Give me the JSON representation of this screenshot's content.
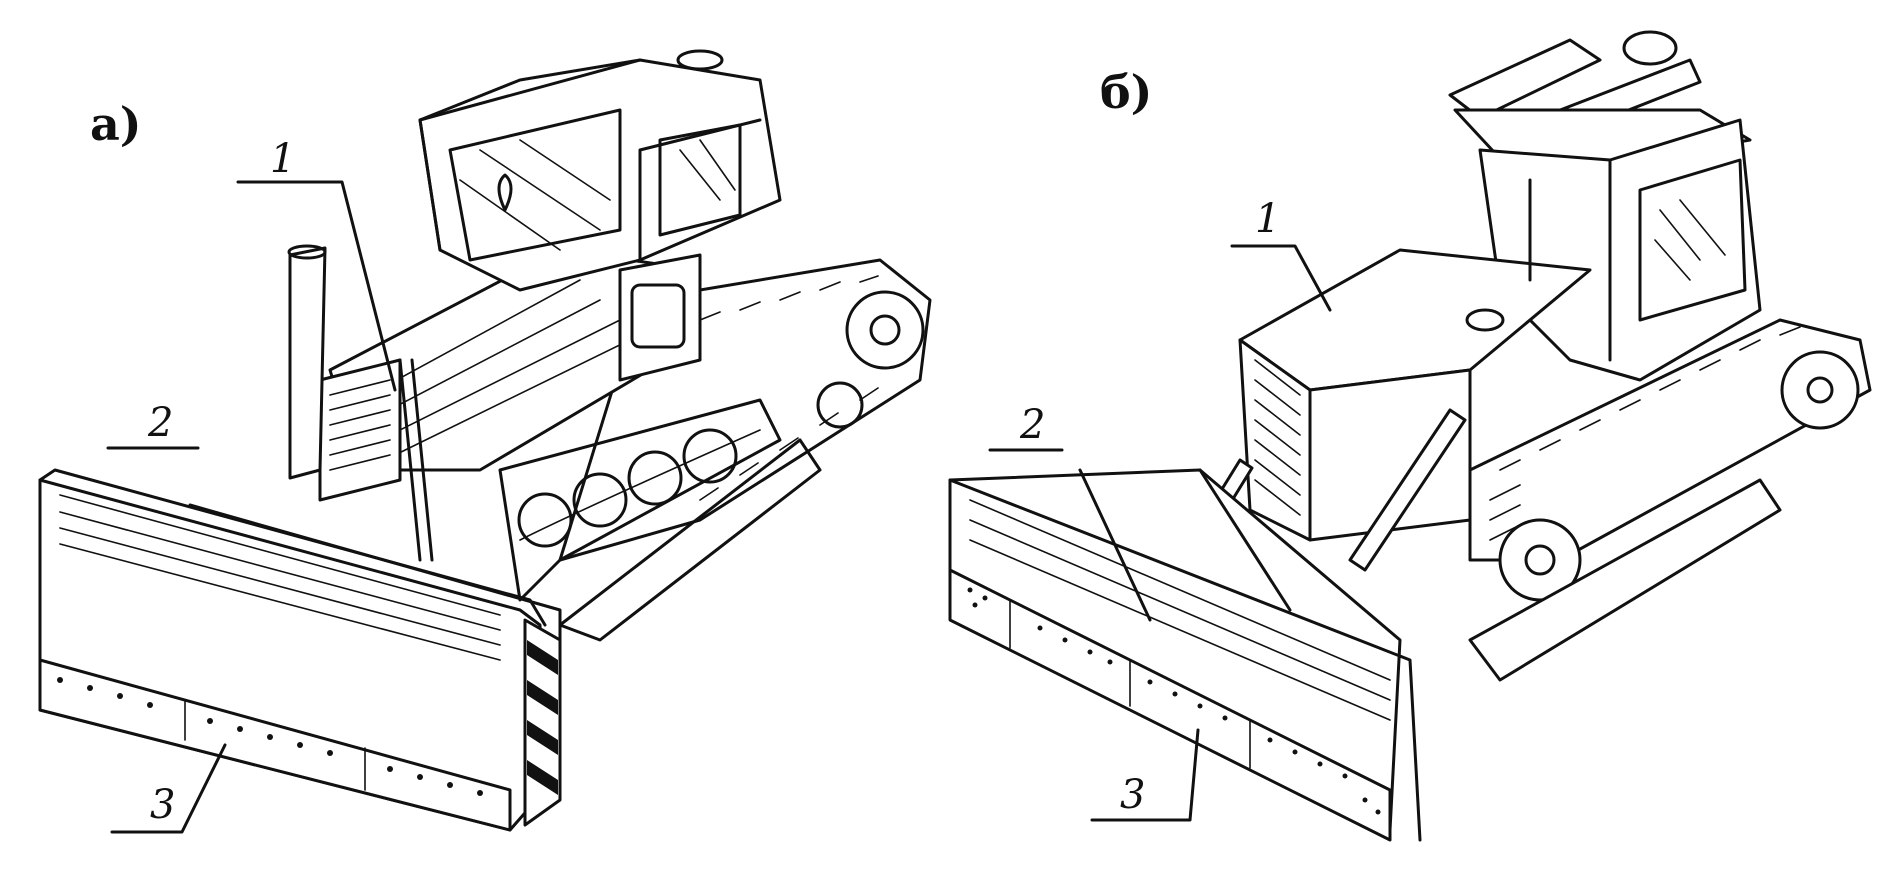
{
  "panels": [
    {
      "label": "а)",
      "callouts": [
        "1",
        "2",
        "3"
      ]
    },
    {
      "label": "б)",
      "callouts": [
        "1",
        "2",
        "3"
      ]
    }
  ]
}
